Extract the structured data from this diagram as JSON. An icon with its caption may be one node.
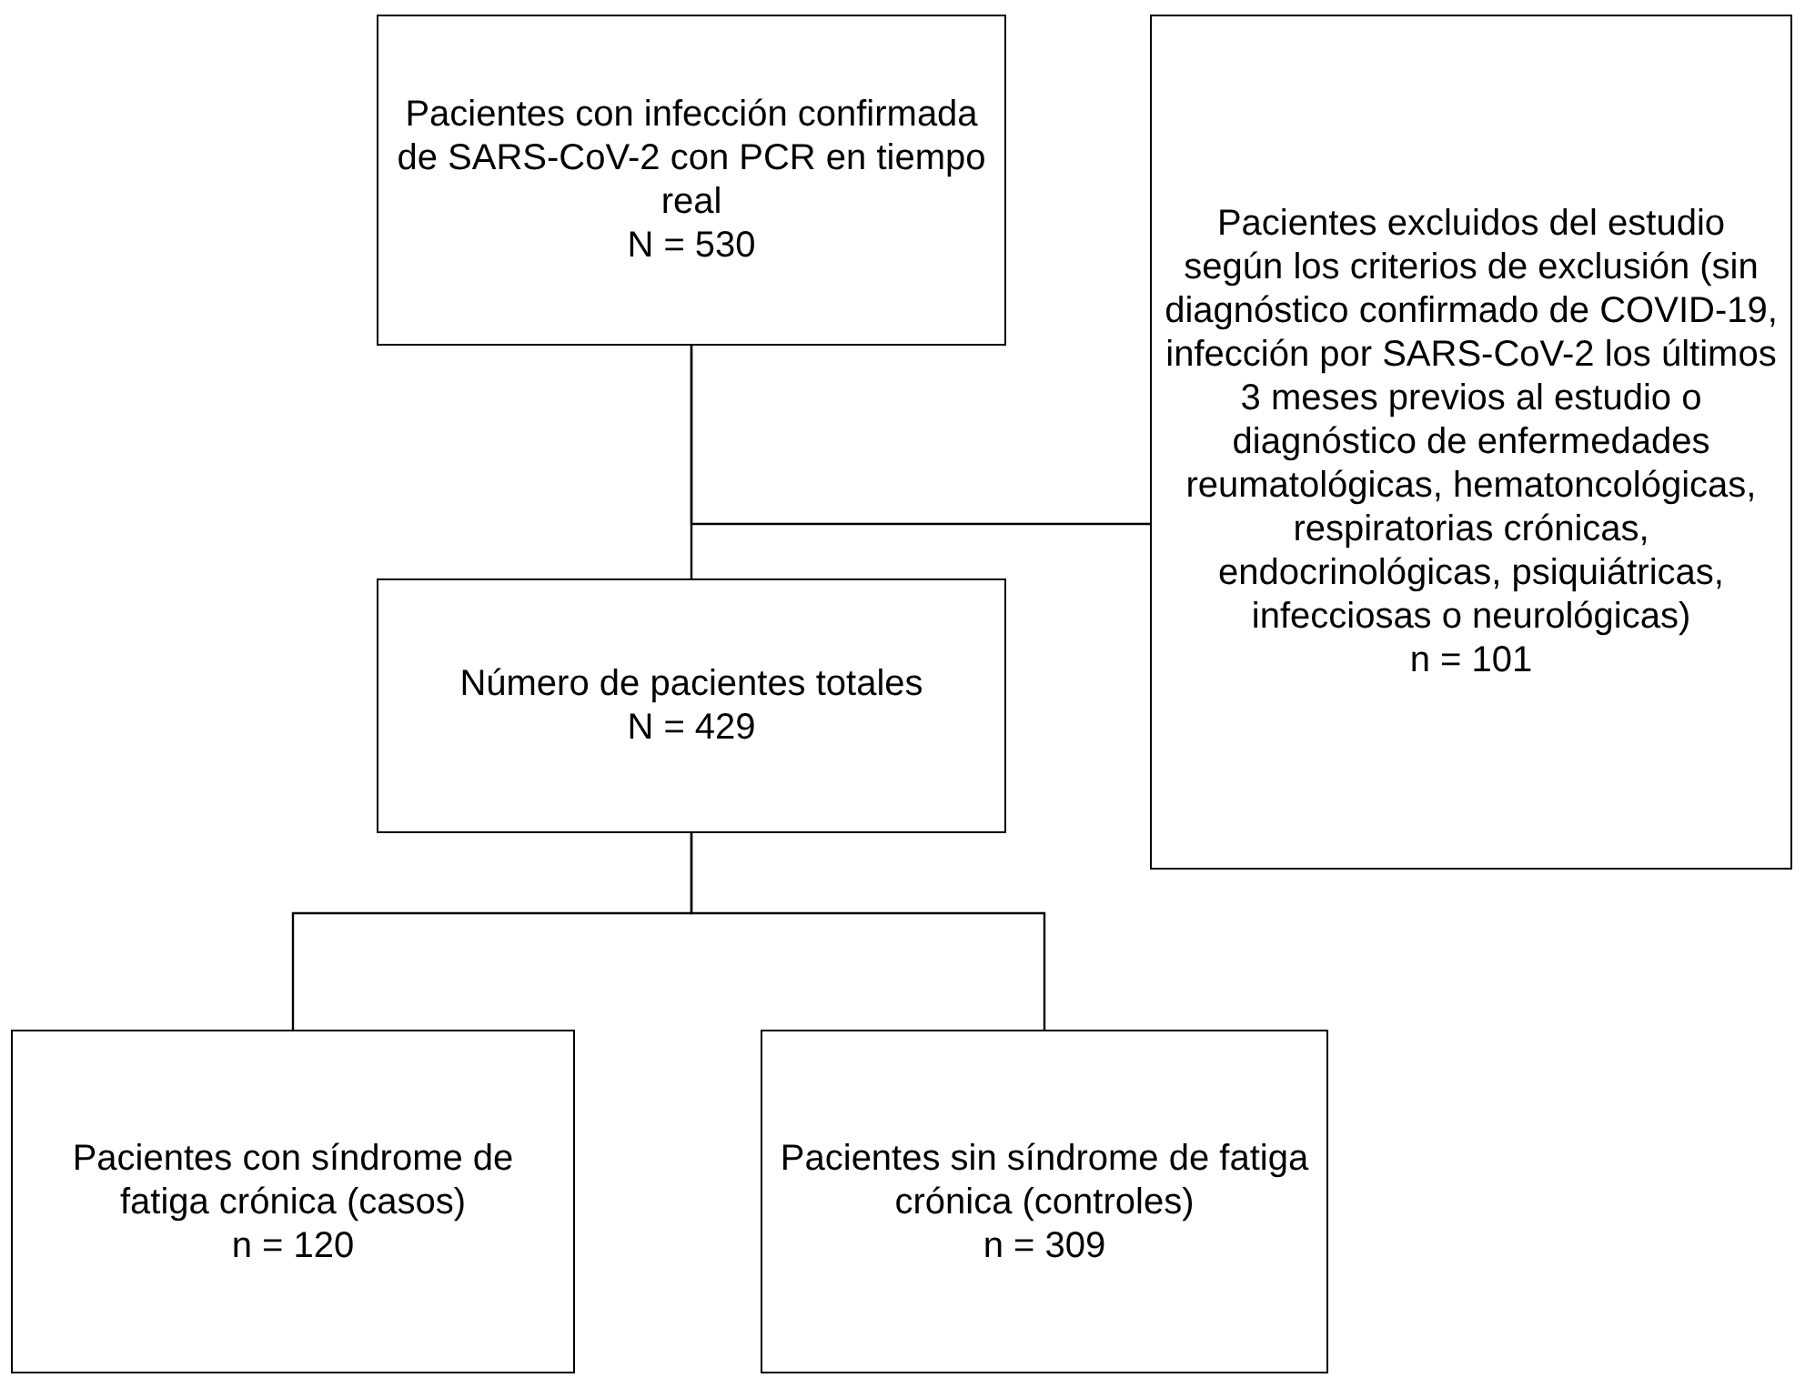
{
  "diagram": {
    "nodes": [
      {
        "text": [
          "Pacientes con infección confirmada de SARS-CoV-2 con PCR en tiempo real",
          "N = 530"
        ]
      },
      {
        "text": [
          "Pacientes excluidos del estudio según los criterios de exclusión (sin diagnóstico confirmado de COVID-19, infección por SARS-CoV-2 los últimos 3 meses previos al estudio o diagnóstico de enfermedades reumatológicas, hematoncológicas, respiratorias crónicas, endocrinológicas, psiquiátricas, infecciosas o neurológicas)",
          "n = 101"
        ]
      },
      {
        "text": [
          "Número de pacientes totales",
          "N = 429"
        ]
      },
      {
        "text": [
          "Pacientes con síndrome de fatiga crónica (casos)",
          "n = 120"
        ]
      },
      {
        "text": [
          "Pacientes sin síndrome de fatiga crónica (controles)",
          "n = 309"
        ]
      }
    ],
    "edges": [
      {
        "from": 0,
        "to": 2,
        "arrow": "none"
      },
      {
        "from": 0,
        "to": 1,
        "arrow": "none"
      },
      {
        "from": 2,
        "to": 3,
        "arrow": "none"
      },
      {
        "from": 2,
        "to": 4,
        "arrow": "none"
      }
    ]
  }
}
